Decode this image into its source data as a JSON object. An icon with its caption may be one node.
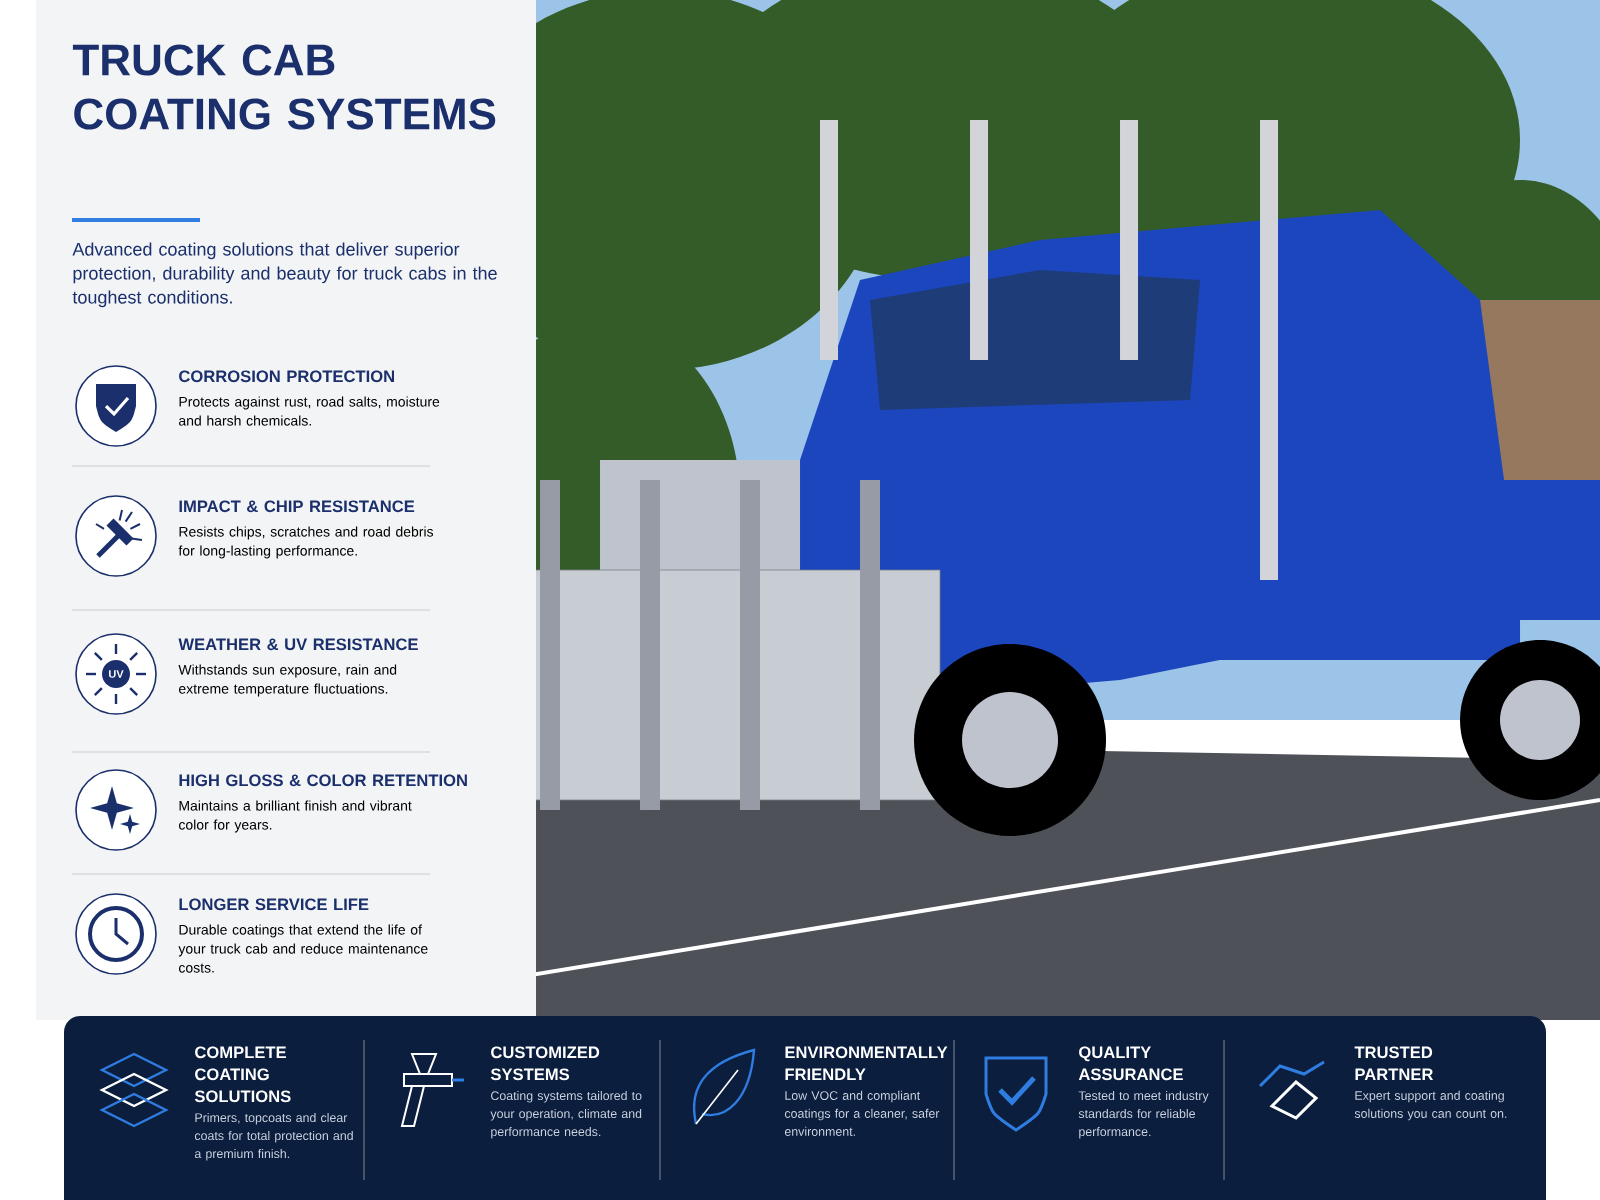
{
  "diagram": {
    "title": "TRUCK CAB COATING SYSTEMS",
    "labels": [
      "Advanced coating solutions that deliver superior protection, durability and beauty for truck cabs in the toughest conditions.",
      "CORROSION PROTECTION",
      "Protects against rust, road salts, moisture and harsh chemicals.",
      "IMPACT & CHIP RESISTANCE",
      "Resists chips, scratches and road debris for long-lasting performance.",
      "WEATHER & UV RESISTANCE",
      "Withstands sun exposure, rain and extreme temperature fluctuations.",
      "HIGH GLOSS & COLOR RETENTION",
      "Maintains a brilliant finish and vibrant color for years.",
      "LONGER SERVICE LIFE",
      "Durable coatings that extend the life of your truck cab and reduce maintenance costs.",
      "COMPLETE COATING SOLUTIONS",
      "Primers, topcoats and clear coats for total protection and a premium finish.",
      "CUSTOMIZED SYSTEMS",
      "Coating systems tailored to your operation, climate and performance needs.",
      "ENVIRONMENTALLY FRIENDLY",
      "Low VOC and compliant coatings for a cleaner, safer environment.",
      "QUALITY ASSURANCE",
      "Tested to meet industry standards for reliable performance.",
      "TRUSTED PARTNER",
      "Expert support and coating solutions you can count on.",
      "UV"
    ]
  }
}
